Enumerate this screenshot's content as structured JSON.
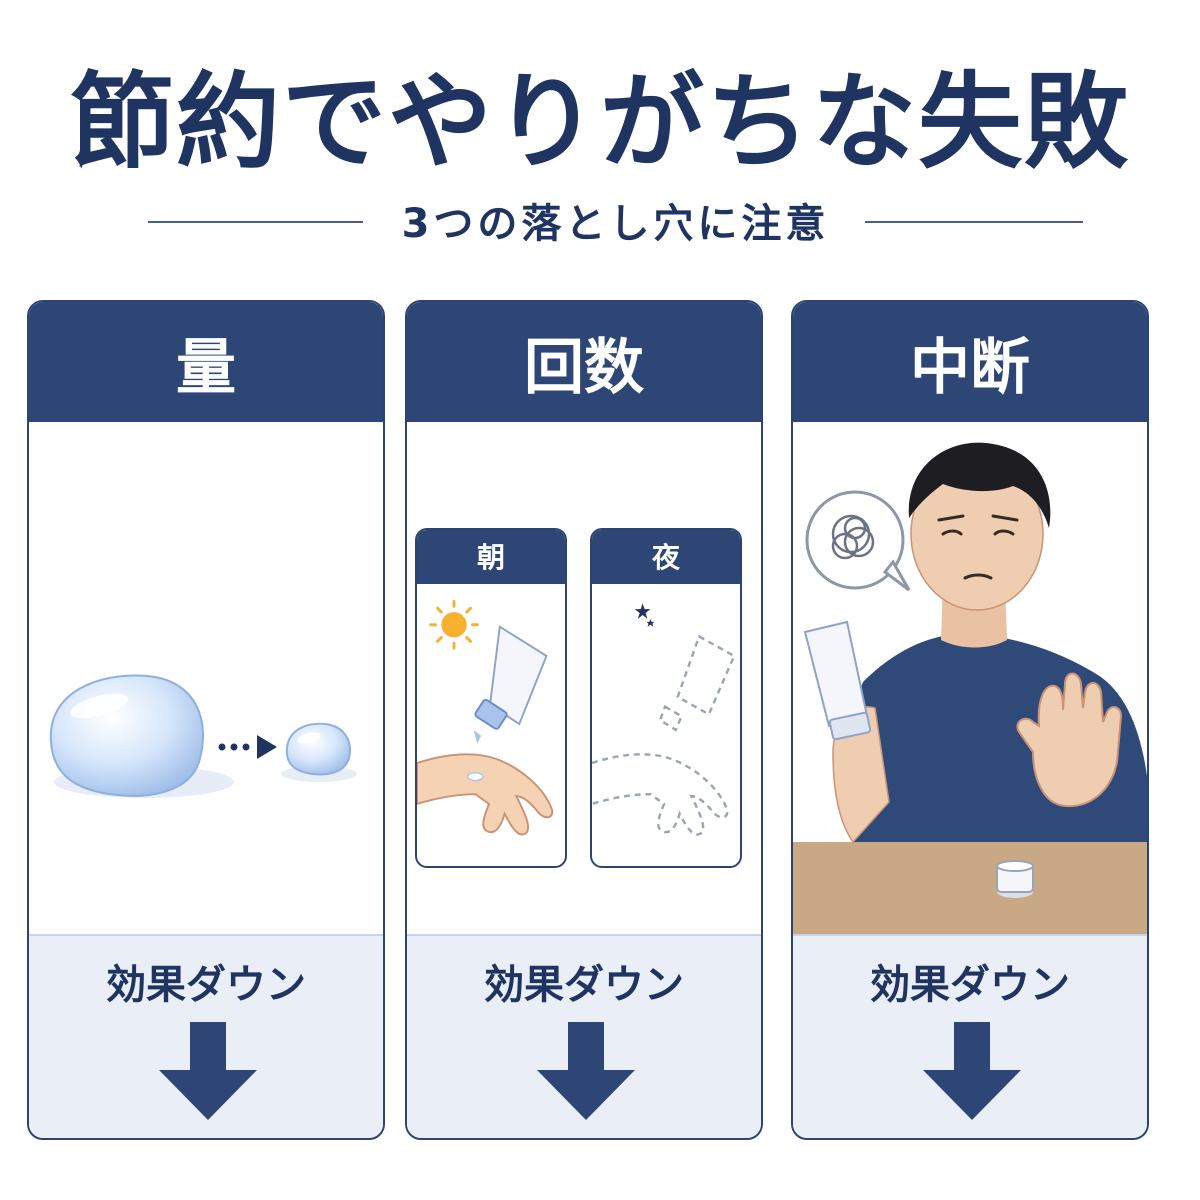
{
  "header": {
    "title": "節約でやりがちな失敗",
    "subtitle": "3つの落とし穴に注意"
  },
  "panels": [
    {
      "title": "量",
      "result": "効果ダウン"
    },
    {
      "title": "回数",
      "result": "効果ダウン",
      "sub_panels": [
        {
          "label": "朝"
        },
        {
          "label": "夜"
        }
      ]
    },
    {
      "title": "中断",
      "result": "効果ダウン"
    }
  ],
  "colors": {
    "navy": "#2e4676",
    "text": "#1f3461",
    "footer": "#e9eef7"
  },
  "icons": [
    "large-droplet-icon",
    "dotted-arrow-icon",
    "small-droplet-icon",
    "sun-icon",
    "moon-icon",
    "cream-tube-icon",
    "hand-icon",
    "thought-bubble-icon",
    "man-illustration",
    "down-arrow-icon"
  ]
}
